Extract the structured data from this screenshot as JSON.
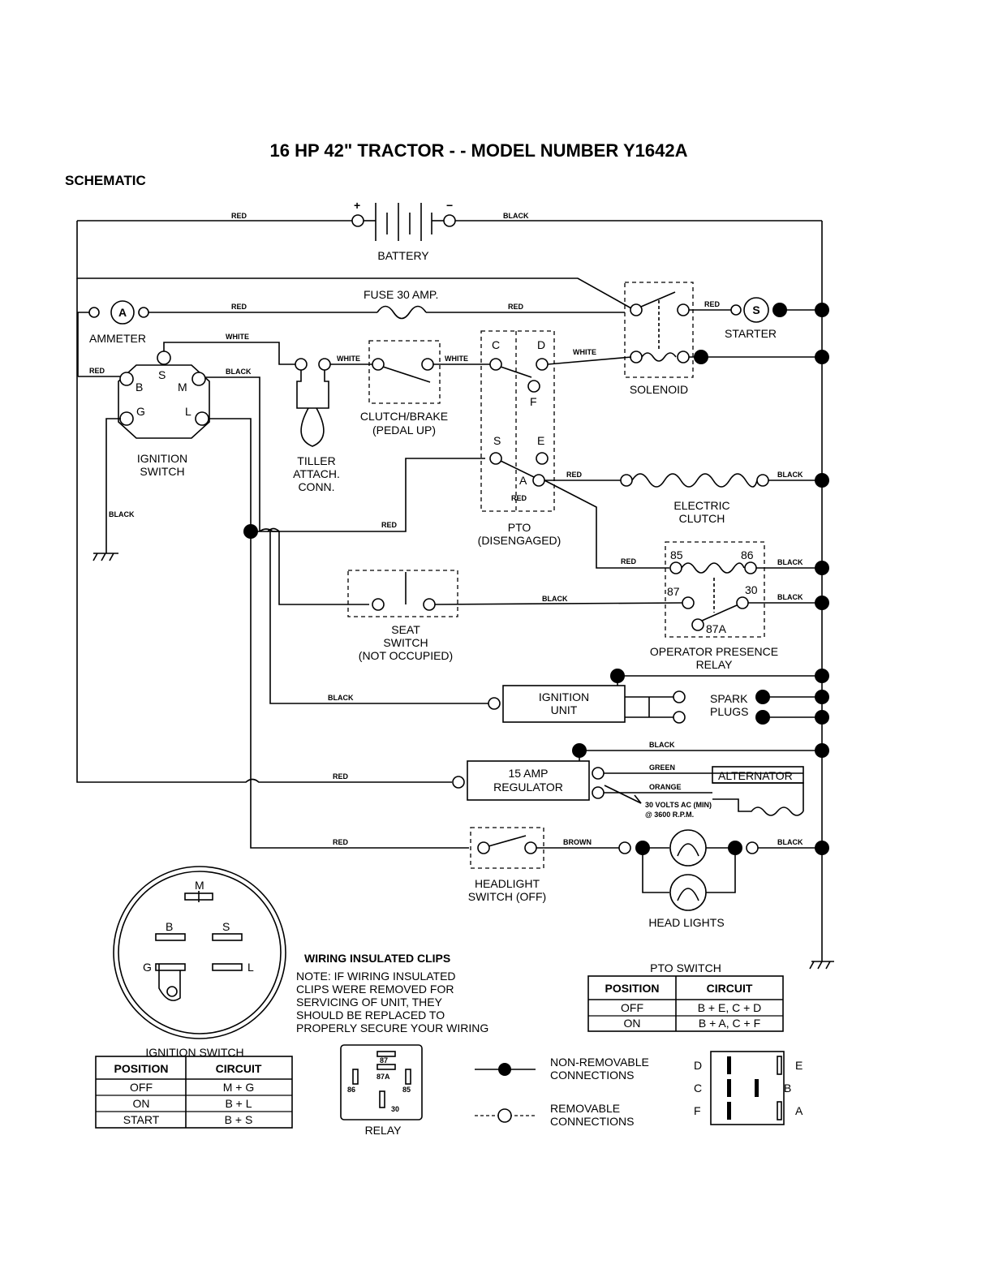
{
  "title": "16 HP 42\" TRACTOR - - MODEL NUMBER Y1642A",
  "subtitle": "SCHEMATIC",
  "battery": {
    "label": "BATTERY",
    "plus": "+",
    "minus": "−"
  },
  "fuse": "FUSE 30 AMP.",
  "ammeter": {
    "symbol": "A",
    "label": "AMMETER"
  },
  "starter": {
    "symbol": "S",
    "label": "STARTER"
  },
  "solenoid": "SOLENOID",
  "clutch_brake": [
    "CLUTCH/BRAKE",
    "(PEDAL UP)"
  ],
  "tiller": [
    "TILLER",
    "ATTACH.",
    "CONN."
  ],
  "ignition_switch": {
    "label": [
      "IGNITION",
      "SWITCH"
    ],
    "terminals": [
      "B",
      "S",
      "M",
      "G",
      "L"
    ]
  },
  "pto": {
    "label": [
      "PTO",
      "(DISENGAGED)"
    ],
    "terminals": [
      "C",
      "D",
      "F",
      "S",
      "E",
      "A"
    ]
  },
  "electric_clutch": [
    "ELECTRIC",
    "CLUTCH"
  ],
  "relay_block": {
    "label": [
      "OPERATOR PRESENCE",
      "RELAY"
    ],
    "terminals": [
      "85",
      "86",
      "87",
      "30",
      "87A"
    ]
  },
  "seat_switch": [
    "SEAT",
    "SWITCH",
    "(NOT OCCUPIED)"
  ],
  "ignition_unit": [
    "IGNITION",
    "UNIT"
  ],
  "spark_plugs": [
    "SPARK",
    "PLUGS"
  ],
  "regulator": [
    "15 AMP",
    "REGULATOR"
  ],
  "alternator": {
    "label": "ALTERNATOR",
    "note": [
      "30 VOLTS AC (MIN)",
      "@ 3600 R.P.M."
    ]
  },
  "headlight_switch": [
    "HEADLIGHT",
    "SWITCH (OFF)"
  ],
  "head_lights": "HEAD LIGHTS",
  "wire_colors": {
    "red": "RED",
    "black": "BLACK",
    "white": "WHITE",
    "green": "GREEN",
    "orange": "ORANGE",
    "brown": "BROWN"
  },
  "plug": {
    "terminals": [
      "M",
      "B",
      "S",
      "G",
      "L"
    ],
    "caption": "IGNITION SWITCH"
  },
  "clips": {
    "heading": "WIRING INSULATED CLIPS",
    "note": [
      "NOTE: IF WIRING INSULATED",
      "CLIPS WERE REMOVED FOR",
      "SERVICING OF UNIT, THEY",
      "SHOULD BE REPLACED TO",
      "PROPERLY SECURE YOUR WIRING"
    ]
  },
  "ignition_table": {
    "headers": [
      "POSITION",
      "CIRCUIT"
    ],
    "rows": [
      [
        "OFF",
        "M + G"
      ],
      [
        "ON",
        "B + L"
      ],
      [
        "START",
        "B + S"
      ]
    ]
  },
  "pto_table": {
    "title": "PTO SWITCH",
    "headers": [
      "POSITION",
      "CIRCUIT"
    ],
    "rows": [
      [
        "OFF",
        "B + E, C + D"
      ],
      [
        "ON",
        "B + A, C + F"
      ]
    ]
  },
  "relay_diagram": {
    "caption": "RELAY",
    "pins": [
      "87",
      "87A",
      "86",
      "85",
      "30"
    ]
  },
  "legend": {
    "non_removable": [
      "NON-REMOVABLE",
      "CONNECTIONS"
    ],
    "removable": [
      "REMOVABLE",
      "CONNECTIONS"
    ]
  },
  "pto_pins": [
    "D",
    "C",
    "F",
    "E",
    "B",
    "A"
  ]
}
